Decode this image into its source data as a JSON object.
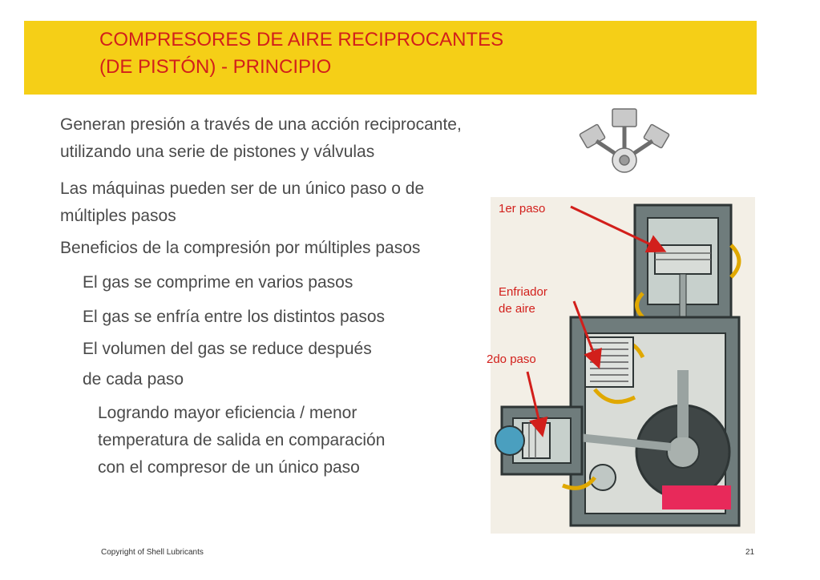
{
  "slide": {
    "title_line1": "COMPRESORES DE AIRE RECIPROCANTES",
    "title_line2": "(DE PISTÓN) - PRINCIPIO",
    "paragraphs": [
      "Generan presión a través de una acción reciprocante,",
      "utilizando una serie de pistones y válvulas",
      "Las máquinas pueden ser de un único paso o de",
      "múltiples pasos",
      "Beneficios de la compresión por múltiples pasos",
      "El gas se comprime en varios pasos",
      "El gas se enfría entre los distintos pasos",
      "El volumen del gas se reduce después",
      "de cada paso",
      "Logrando mayor eficiencia / menor",
      "temperatura de salida en comparación",
      "con el compresor de un único paso"
    ],
    "callouts": {
      "first_stage": "1er paso",
      "air_cooler_line1": "Enfriador",
      "air_cooler_line2": "de aire",
      "second_stage": "2do paso"
    },
    "footer": {
      "copyright": "Copyright of Shell Lubricants",
      "page_number": "21"
    }
  },
  "colors": {
    "title_bar": "#f5cf17",
    "title_text": "#d21f1b",
    "body_text": "#4a4a4a",
    "callout": "#d21f1b"
  }
}
